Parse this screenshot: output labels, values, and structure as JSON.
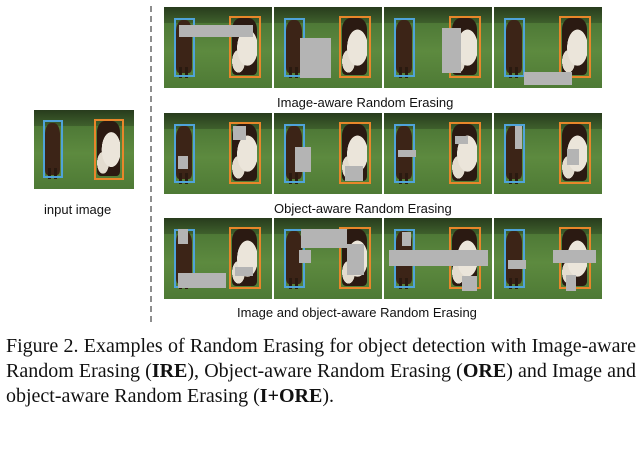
{
  "input_label": "input image",
  "rows": [
    {
      "label": "Image-aware Random Erasing",
      "erases": [
        [
          [
            14,
            22,
            68,
            15
          ]
        ],
        [
          [
            24,
            38,
            29,
            50
          ]
        ],
        [
          [
            54,
            26,
            17,
            55
          ]
        ],
        [
          [
            28,
            80,
            44,
            16
          ]
        ]
      ]
    },
    {
      "label": "Object-aware Random Erasing",
      "erases": [
        [
          [
            13,
            53,
            9,
            16
          ],
          [
            64,
            16,
            12,
            17
          ]
        ],
        [
          [
            19,
            42,
            15,
            31
          ],
          [
            66,
            66,
            16,
            18
          ]
        ],
        [
          [
            13,
            46,
            17,
            8
          ],
          [
            66,
            28,
            12,
            10
          ]
        ],
        [
          [
            19,
            16,
            7,
            29
          ],
          [
            68,
            44,
            11,
            20
          ]
        ]
      ]
    },
    {
      "label": "Image and object-aware Random Erasing",
      "erases": [
        [
          [
            13,
            14,
            9,
            18
          ],
          [
            66,
            60,
            16,
            12
          ],
          [
            13,
            68,
            44,
            19
          ]
        ],
        [
          [
            25,
            13,
            43,
            24
          ],
          [
            23,
            40,
            11,
            16
          ],
          [
            68,
            32,
            15,
            38
          ]
        ],
        [
          [
            17,
            17,
            8,
            17
          ],
          [
            5,
            40,
            91,
            19
          ],
          [
            72,
            72,
            14,
            18
          ]
        ],
        [
          [
            13,
            52,
            17,
            11
          ],
          [
            55,
            40,
            39,
            15
          ],
          [
            67,
            70,
            9,
            20
          ]
        ]
      ]
    }
  ],
  "caption": {
    "prefix": "Figure 2. Examples of Random Erasing for object detection with Image-aware Random Erasing (",
    "ire": "IRE",
    "mid1": "), Object-aware Random Erasing (",
    "ore": "ORE",
    "mid2": ") and Image and object-aware Random Erasing (",
    "iore": "I+ORE",
    "suffix": ")."
  }
}
